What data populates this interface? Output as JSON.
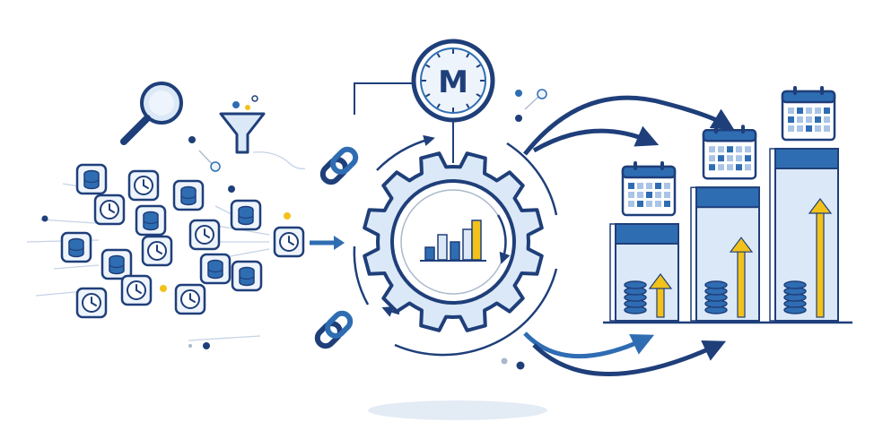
{
  "colors": {
    "navy": "#1f3f7a",
    "blue": "#2f6db3",
    "light_blue": "#dbe8f7",
    "pale_blue": "#eef4fb",
    "yellow": "#f2c21b",
    "gray_line": "#aab8cc"
  },
  "center": {
    "meter_letter": "M"
  },
  "icons": [
    "magnifier-icon",
    "funnel-icon",
    "database-icon",
    "clock-icon",
    "chain-link-icon",
    "gear-icon",
    "bar-chart-icon",
    "calendar-icon",
    "coin-stack-icon",
    "up-arrow-icon"
  ],
  "growth_chart": {
    "columns": 3,
    "levels": [
      0.45,
      0.62,
      0.8
    ]
  }
}
